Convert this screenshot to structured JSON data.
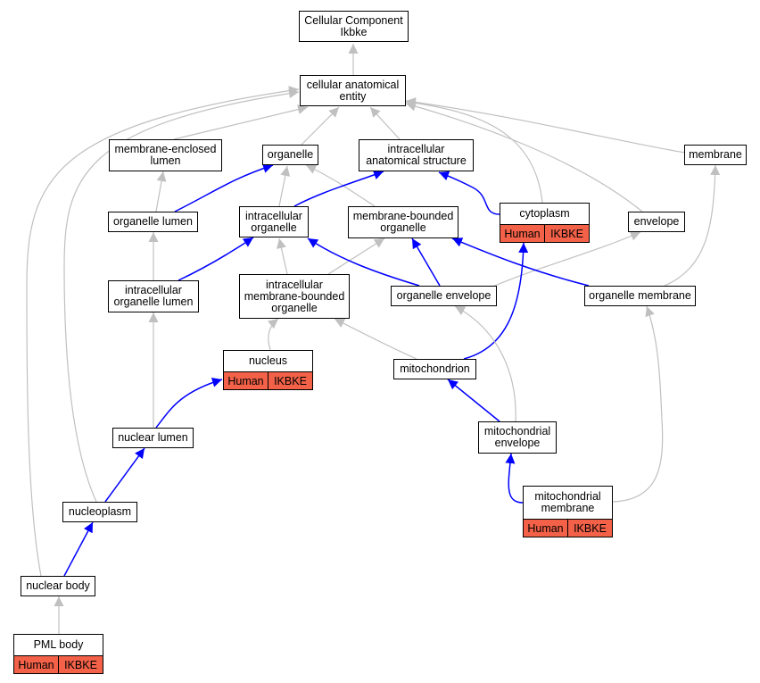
{
  "nodes": {
    "cc_ikbke": "Cellular Component\nIkbke",
    "cae": "cellular anatomical\nentity",
    "mel": "membrane-enclosed\nlumen",
    "organelle": "organelle",
    "ias": "intracellular\nanatomical structure",
    "membrane": "membrane",
    "ol": "organelle lumen",
    "io": "intracellular\norganelle",
    "mbo": "membrane-bounded\norganelle",
    "cytoplasm": "cytoplasm",
    "envelope": "envelope",
    "iol": "intracellular\norganelle lumen",
    "imbo": "intracellular\nmembrane-bounded\norganelle",
    "oe": "organelle envelope",
    "om": "organelle membrane",
    "nucleus": "nucleus",
    "mito": "mitochondrion",
    "nlumen": "nuclear lumen",
    "menv": "mitochondrial\nenvelope",
    "mmem": "mitochondrial\nmembrane",
    "nucleoplasm": "nucleoplasm",
    "nbody": "nuclear body",
    "pml": "PML body"
  },
  "annotation": {
    "species": "Human",
    "gene": "IKBKE"
  },
  "colors": {
    "annotated": "#f26148",
    "edge_is_a": "#c0c0c0",
    "edge_part_of": "#0000ff"
  }
}
